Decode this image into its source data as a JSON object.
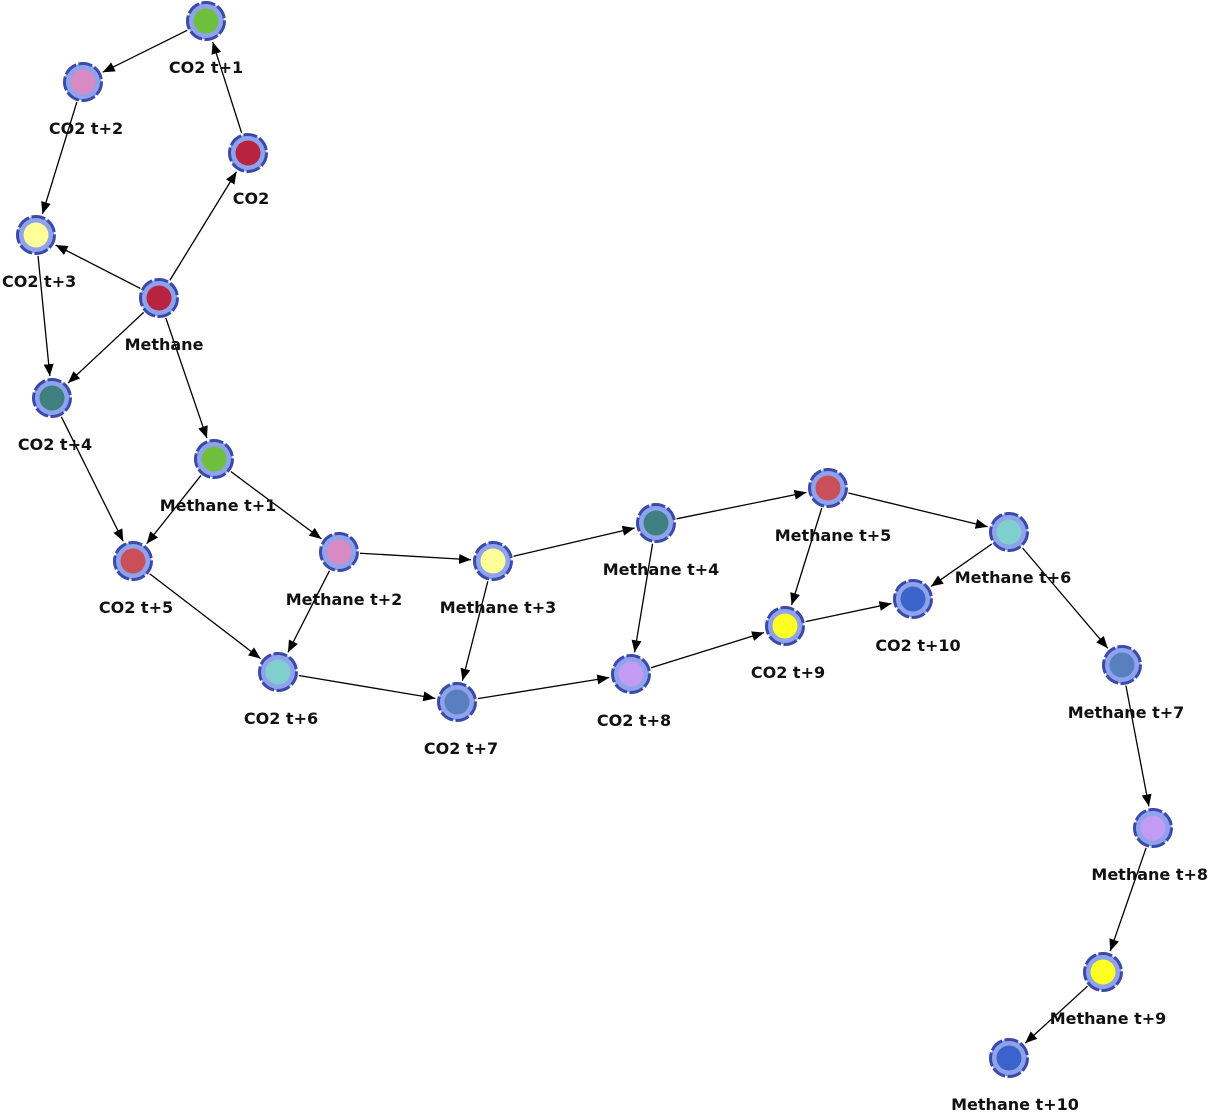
{
  "colors": {
    "ring_fill": "#8fa2ec",
    "ring_stroke": "#3b4aa8",
    "edge": "#000000",
    "label": "#111111"
  },
  "nodes": [
    {
      "id": "co2_t1",
      "label": "CO2 t+1",
      "color": "#6fbf3f"
    },
    {
      "id": "co2_t2",
      "label": "CO2 t+2",
      "color": "#d88ac4"
    },
    {
      "id": "co2",
      "label": "CO2",
      "color": "#b82340"
    },
    {
      "id": "co2_t3",
      "label": "CO2 t+3",
      "color": "#ffff99"
    },
    {
      "id": "methane",
      "label": "Methane",
      "color": "#b82340"
    },
    {
      "id": "co2_t4",
      "label": "CO2 t+4",
      "color": "#3f7f80"
    },
    {
      "id": "methane_t1",
      "label": "Methane t+1",
      "color": "#6fbf3f"
    },
    {
      "id": "co2_t5",
      "label": "CO2 t+5",
      "color": "#c9505a"
    },
    {
      "id": "methane_t2",
      "label": "Methane t+2",
      "color": "#d88ac4"
    },
    {
      "id": "methane_t3",
      "label": "Methane t+3",
      "color": "#ffff99"
    },
    {
      "id": "methane_t4",
      "label": "Methane t+4",
      "color": "#3f7f80"
    },
    {
      "id": "methane_t5",
      "label": "Methane t+5",
      "color": "#c9505a"
    },
    {
      "id": "methane_t6",
      "label": "Methane t+6",
      "color": "#7fcfcf"
    },
    {
      "id": "co2_t6",
      "label": "CO2 t+6",
      "color": "#7fcfcf"
    },
    {
      "id": "co2_t7",
      "label": "CO2 t+7",
      "color": "#5a7fbf"
    },
    {
      "id": "co2_t8",
      "label": "CO2 t+8",
      "color": "#c29cf2"
    },
    {
      "id": "co2_t9",
      "label": "CO2 t+9",
      "color": "#ffff22"
    },
    {
      "id": "co2_t10",
      "label": "CO2 t+10",
      "color": "#3a64cc"
    },
    {
      "id": "methane_t7",
      "label": "Methane t+7",
      "color": "#5a7fbf"
    },
    {
      "id": "methane_t8",
      "label": "Methane t+8",
      "color": "#c29cf2"
    },
    {
      "id": "methane_t9",
      "label": "Methane t+9",
      "color": "#ffff22"
    },
    {
      "id": "methane_t10",
      "label": "Methane t+10",
      "color": "#3a64cc"
    }
  ],
  "edges": [
    {
      "from": "co2_t1",
      "to": "co2_t2"
    },
    {
      "from": "co2",
      "to": "co2_t1"
    },
    {
      "from": "co2_t2",
      "to": "co2_t3"
    },
    {
      "from": "methane",
      "to": "co2"
    },
    {
      "from": "methane",
      "to": "co2_t3"
    },
    {
      "from": "methane",
      "to": "co2_t4"
    },
    {
      "from": "methane",
      "to": "methane_t1"
    },
    {
      "from": "co2_t3",
      "to": "co2_t4"
    },
    {
      "from": "co2_t4",
      "to": "co2_t5"
    },
    {
      "from": "methane_t1",
      "to": "co2_t5"
    },
    {
      "from": "methane_t1",
      "to": "methane_t2"
    },
    {
      "from": "co2_t5",
      "to": "co2_t6"
    },
    {
      "from": "methane_t2",
      "to": "co2_t6"
    },
    {
      "from": "methane_t2",
      "to": "methane_t3"
    },
    {
      "from": "methane_t3",
      "to": "co2_t7"
    },
    {
      "from": "methane_t3",
      "to": "methane_t4"
    },
    {
      "from": "methane_t4",
      "to": "co2_t8"
    },
    {
      "from": "methane_t4",
      "to": "methane_t5"
    },
    {
      "from": "methane_t5",
      "to": "co2_t9"
    },
    {
      "from": "methane_t5",
      "to": "methane_t6"
    },
    {
      "from": "methane_t6",
      "to": "co2_t10"
    },
    {
      "from": "methane_t6",
      "to": "methane_t7"
    },
    {
      "from": "co2_t6",
      "to": "co2_t7"
    },
    {
      "from": "co2_t7",
      "to": "co2_t8"
    },
    {
      "from": "co2_t8",
      "to": "co2_t9"
    },
    {
      "from": "co2_t9",
      "to": "co2_t10"
    },
    {
      "from": "methane_t7",
      "to": "methane_t8"
    },
    {
      "from": "methane_t8",
      "to": "methane_t9"
    },
    {
      "from": "methane_t9",
      "to": "methane_t10"
    }
  ]
}
